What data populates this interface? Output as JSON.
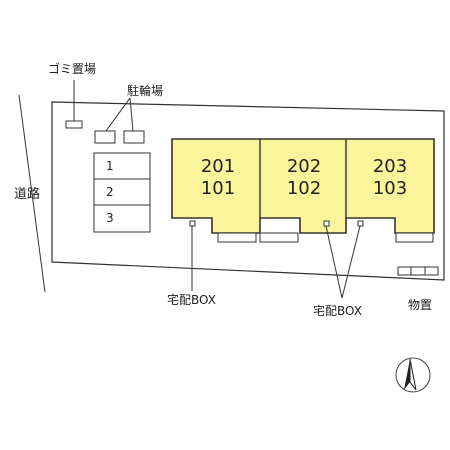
{
  "labels": {
    "garbage": "ゴミ置場",
    "bicycle": "駐輪場",
    "road": "道路",
    "delivery_box_left": "宅配BOX",
    "delivery_box_right": "宅配BOX",
    "storage": "物置"
  },
  "parking": [
    "1",
    "2",
    "3"
  ],
  "units": [
    {
      "upper": "201",
      "lower": "101"
    },
    {
      "upper": "202",
      "lower": "102"
    },
    {
      "upper": "203",
      "lower": "103"
    }
  ],
  "colors": {
    "building_fill": "#fbf49a",
    "line": "#333333"
  },
  "north_icon": "north-arrow-icon"
}
